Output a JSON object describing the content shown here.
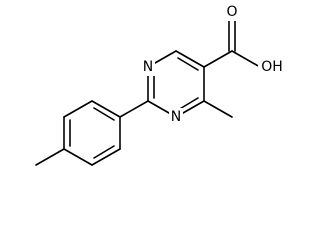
{
  "diagram": {
    "type": "chemical-structure",
    "atoms": {
      "n1": "N",
      "n3": "N",
      "carboxyl_oh": "OH",
      "carboxyl_o": "O"
    },
    "colors": {
      "line": "#000000",
      "background": "#ffffff"
    }
  }
}
